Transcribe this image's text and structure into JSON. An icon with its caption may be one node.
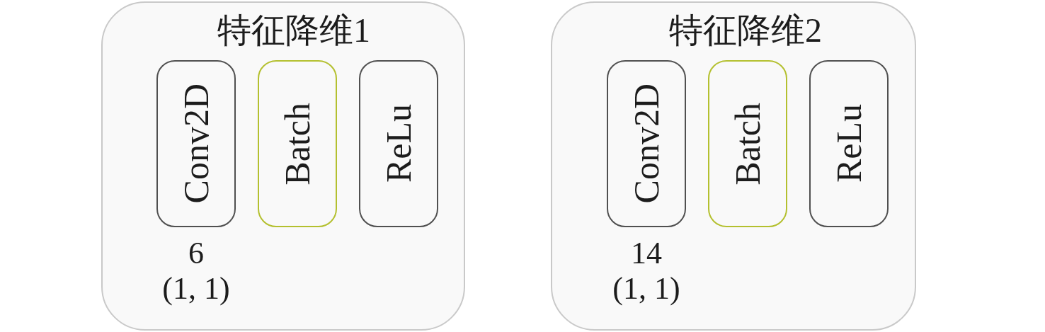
{
  "diagram": {
    "nodes": [
      {
        "text": [
          "特征降维1"
        ]
      },
      {
        "text": [
          "Conv2D"
        ],
        "in": 0,
        "beside": [
          "6",
          "(1, 1)"
        ]
      },
      {
        "text": [
          "Batch"
        ],
        "in": 0
      },
      {
        "text": [
          "ReLu"
        ],
        "in": 0
      },
      {
        "text": [
          "特征降维2"
        ]
      },
      {
        "text": [
          "Conv2D"
        ],
        "in": 4,
        "beside": [
          "14",
          "(1, 1)"
        ]
      },
      {
        "text": [
          "Batch"
        ],
        "in": 4
      },
      {
        "text": [
          "ReLu"
        ],
        "in": 4
      }
    ]
  }
}
